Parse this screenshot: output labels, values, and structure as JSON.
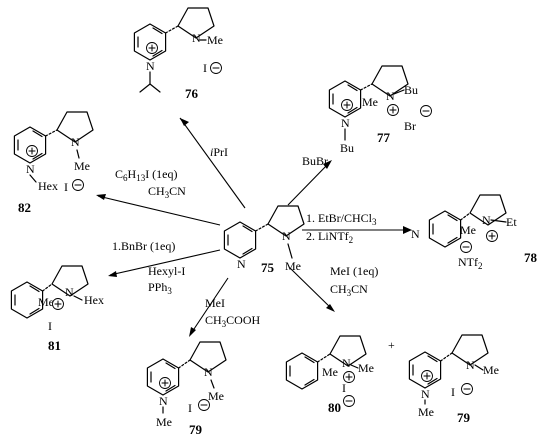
{
  "reagents": {
    "to_76": "iPrI",
    "to_77": "BuBr",
    "to_82_a": "C6H13I (1eq)",
    "to_82_b": "CH3CN",
    "to_78_a": "1. EtBr/CHCl3",
    "to_78_b": "2. LiNTf2",
    "to_81_a": "1.BnBr (1eq)",
    "to_81_b": "Hexyl-I",
    "to_81_c": "PPh3",
    "to_80_a": "MeI (1eq)",
    "to_80_b": "CH3CN",
    "to_79_a": "MeI",
    "to_79_b": "CH3COOH"
  },
  "atoms": {
    "n": "N",
    "me": "Me",
    "hex": "Hex",
    "bu": "Bu",
    "et": "Et",
    "i": "I",
    "br": "Br",
    "ntf2": "NTf2",
    "plus": "+",
    "minus": "−"
  },
  "compounds": [
    "75",
    "76",
    "77",
    "78",
    "79",
    "80",
    "79",
    "81",
    "82"
  ]
}
